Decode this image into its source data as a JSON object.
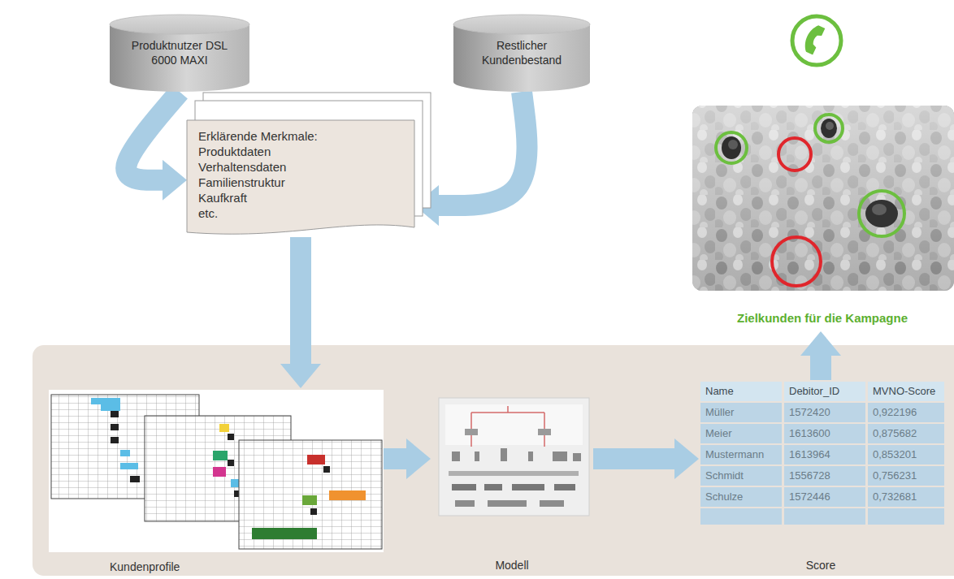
{
  "diagram": {
    "nodes": [
      {
        "text": [
          "Produktnutzer DSL 6000 MAXI"
        ]
      },
      {
        "text": [
          "Restlicher Kundenbestand"
        ]
      },
      {
        "text": [
          "Erklärende Merkmale:",
          "Produktdaten",
          "Verhaltensdaten",
          "Familienstruktur",
          "Kaufkraft",
          "etc."
        ]
      },
      {
        "text": [
          "Kundenprofile"
        ]
      },
      {
        "text": [
          "Modell"
        ]
      },
      {
        "text": [
          "Score"
        ]
      },
      {
        "text": [
          "Zielkunden für die Kampagne"
        ]
      }
    ],
    "edges": [
      {
        "from": 0,
        "to": 2,
        "arrow": "to"
      },
      {
        "from": 1,
        "to": 2,
        "arrow": "to"
      },
      {
        "from": 2,
        "to": 3,
        "arrow": "to"
      },
      {
        "from": 3,
        "to": 4,
        "arrow": "to"
      },
      {
        "from": 4,
        "to": 5,
        "arrow": "to"
      },
      {
        "from": 5,
        "to": 6,
        "arrow": "to"
      }
    ],
    "labels": [
      "Name",
      "Debitor_ID",
      "MVNO-Score",
      "Müller",
      "1572420",
      "0,922196",
      "Meier",
      "1613600",
      "0,875682",
      "Mustermann",
      "1613964",
      "0,853201",
      "Schmidt",
      "1556728",
      "0,756231",
      "Schulze",
      "1572446",
      "0,732681"
    ]
  }
}
